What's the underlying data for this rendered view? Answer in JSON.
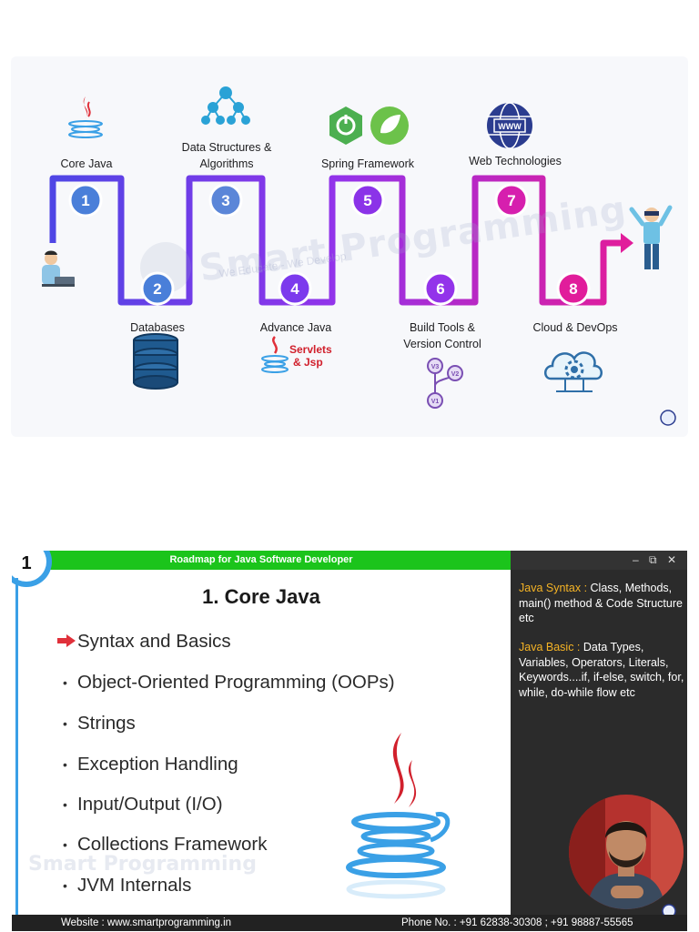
{
  "roadmap": {
    "watermark": "Smart Programming",
    "watermark_tagline": "We Educate - We Develop",
    "steps": [
      {
        "number": "1",
        "label": "Core Java"
      },
      {
        "number": "2",
        "label": "Databases"
      },
      {
        "number": "3",
        "label": "Data Structures & Algorithms"
      },
      {
        "number": "4",
        "label": "Advance Java"
      },
      {
        "number": "5",
        "label": "Spring Framework"
      },
      {
        "number": "6",
        "label": "Build Tools & Version Control"
      },
      {
        "number": "7",
        "label": "Web Technologies"
      },
      {
        "number": "8",
        "label": "Cloud & DevOps"
      }
    ],
    "servlets_text_1": "Servlets",
    "servlets_text_2": "& Jsp",
    "vcs_labels": [
      "V3",
      "V2",
      "V1"
    ],
    "www_text": "WWW",
    "colors": {
      "path_start": "#4f46e5",
      "path_mid": "#9333ea",
      "path_end": "#e11d9b",
      "circle_blue": "#3d7fd9",
      "circle_purple": "#7c3aed",
      "circle_pink": "#e11d9b"
    }
  },
  "slide": {
    "chapter_number": "1",
    "topbar_title": "Roadmap for Java Software Developer",
    "window_controls": "– ⧉ ✕",
    "title": "1. Core Java",
    "topics": [
      "Syntax and Basics",
      "Object-Oriented Programming (OOPs)",
      "Strings",
      "Exception Handling",
      "Input/Output (I/O)",
      "Collections Framework",
      "JVM Internals"
    ],
    "side_notes": [
      {
        "heading": "Java Syntax :",
        "body": " Class, Methods, main() method & Code Structure etc"
      },
      {
        "heading": "Java Basic :",
        "body": " Data Types, Variables, Operators, Literals, Keywords....if, if-else, switch, for, while, do-while flow etc"
      }
    ],
    "footer_website": "Website : www.smartprogramming.in",
    "footer_phone": "Phone No. : +91 62838-30308 ; +91 98887-55565",
    "watermark": "Smart Programming",
    "colors": {
      "topbar": "#1bc41b",
      "side_panel": "#2b2b2b",
      "highlight": "#f5b325",
      "accent_blue": "#3aa0e6",
      "arrow_red": "#e0303a"
    }
  }
}
